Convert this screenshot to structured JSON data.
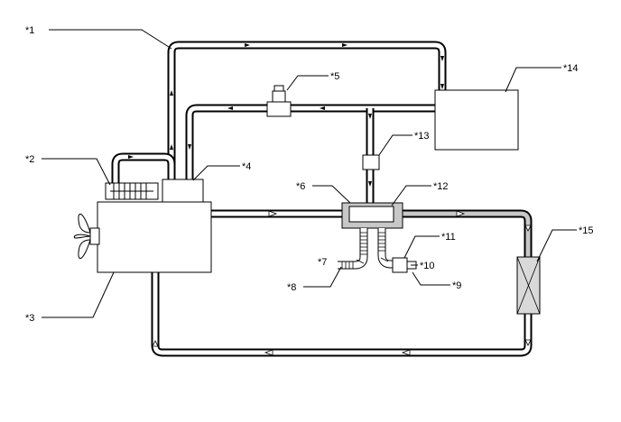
{
  "callouts": {
    "c1": "*1",
    "c2": "*2",
    "c3": "*3",
    "c4": "*4",
    "c5": "*5",
    "c6": "*6",
    "c7": "*7",
    "c8": "*8",
    "c9": "*9",
    "c10": "*10",
    "c11": "*11",
    "c12": "*12",
    "c13": "*13",
    "c14": "*14",
    "c15": "*15"
  },
  "colors": {
    "line": "#000000",
    "pipe_fill": "#ffffff",
    "grey_fill": "#c8c8c8",
    "background": "#ffffff"
  }
}
